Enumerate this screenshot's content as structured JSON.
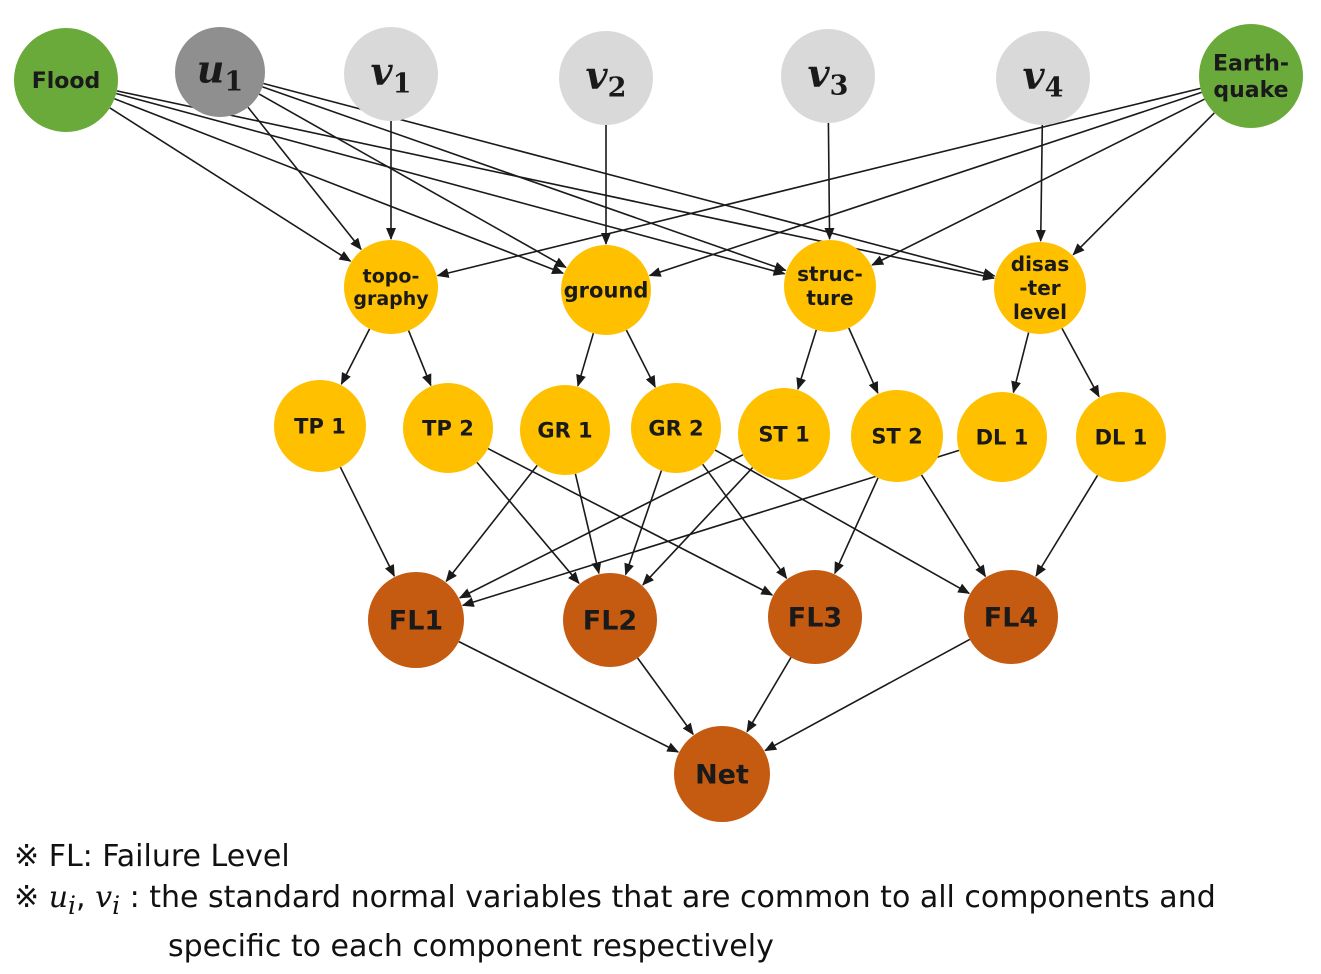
{
  "colors": {
    "green": "#6aaa3a",
    "dark_gray": "#8f8f8f",
    "light_gray": "#d9d9d9",
    "yellow": "#ffc000",
    "brown": "#c55a11",
    "edge": "#1a1a1a"
  },
  "nodes": [
    {
      "id": "flood",
      "lines": [
        "Flood"
      ],
      "color": "green"
    },
    {
      "id": "u1",
      "math": "u",
      "sub": "1",
      "color": "dark_gray"
    },
    {
      "id": "v1",
      "math": "v",
      "sub": "1",
      "color": "light_gray"
    },
    {
      "id": "v2",
      "math": "v",
      "sub": "2",
      "color": "light_gray"
    },
    {
      "id": "v3",
      "math": "v",
      "sub": "3",
      "color": "light_gray"
    },
    {
      "id": "v4",
      "math": "v",
      "sub": "4",
      "color": "light_gray"
    },
    {
      "id": "quake",
      "lines": [
        "Earth-",
        "quake"
      ],
      "color": "green"
    },
    {
      "id": "topo",
      "lines": [
        "topo-",
        "graphy"
      ],
      "color": "yellow"
    },
    {
      "id": "ground",
      "lines": [
        "ground"
      ],
      "color": "yellow"
    },
    {
      "id": "struct",
      "lines": [
        "struc-",
        "ture"
      ],
      "color": "yellow"
    },
    {
      "id": "disaster",
      "lines": [
        "disas",
        "-ter",
        "level"
      ],
      "color": "yellow"
    },
    {
      "id": "tp1",
      "lines": [
        "TP 1"
      ],
      "color": "yellow"
    },
    {
      "id": "tp2",
      "lines": [
        "TP 2"
      ],
      "color": "yellow"
    },
    {
      "id": "gr1",
      "lines": [
        "GR 1"
      ],
      "color": "yellow"
    },
    {
      "id": "gr2",
      "lines": [
        "GR 2"
      ],
      "color": "yellow"
    },
    {
      "id": "st1",
      "lines": [
        "ST 1"
      ],
      "color": "yellow"
    },
    {
      "id": "st2",
      "lines": [
        "ST 2"
      ],
      "color": "yellow"
    },
    {
      "id": "dl1a",
      "lines": [
        "DL 1"
      ],
      "color": "yellow"
    },
    {
      "id": "dl1b",
      "lines": [
        "DL 1"
      ],
      "color": "yellow"
    },
    {
      "id": "fl1",
      "lines": [
        "FL1"
      ],
      "color": "brown"
    },
    {
      "id": "fl2",
      "lines": [
        "FL2"
      ],
      "color": "brown"
    },
    {
      "id": "fl3",
      "lines": [
        "FL3"
      ],
      "color": "brown"
    },
    {
      "id": "fl4",
      "lines": [
        "FL4"
      ],
      "color": "brown"
    },
    {
      "id": "net",
      "lines": [
        "Net"
      ],
      "color": "brown"
    }
  ],
  "edges": [
    [
      "flood",
      "topo"
    ],
    [
      "flood",
      "ground"
    ],
    [
      "flood",
      "struct"
    ],
    [
      "flood",
      "disaster"
    ],
    [
      "u1",
      "topo"
    ],
    [
      "u1",
      "ground"
    ],
    [
      "u1",
      "struct"
    ],
    [
      "u1",
      "disaster"
    ],
    [
      "quake",
      "topo"
    ],
    [
      "quake",
      "ground"
    ],
    [
      "quake",
      "struct"
    ],
    [
      "quake",
      "disaster"
    ],
    [
      "v1",
      "topo"
    ],
    [
      "v2",
      "ground"
    ],
    [
      "v3",
      "struct"
    ],
    [
      "v4",
      "disaster"
    ],
    [
      "topo",
      "tp1"
    ],
    [
      "topo",
      "tp2"
    ],
    [
      "ground",
      "gr1"
    ],
    [
      "ground",
      "gr2"
    ],
    [
      "struct",
      "st1"
    ],
    [
      "struct",
      "st2"
    ],
    [
      "disaster",
      "dl1a"
    ],
    [
      "disaster",
      "dl1b"
    ],
    [
      "tp1",
      "fl1"
    ],
    [
      "tp2",
      "fl2"
    ],
    [
      "tp2",
      "fl3"
    ],
    [
      "gr1",
      "fl1"
    ],
    [
      "gr1",
      "fl2"
    ],
    [
      "gr2",
      "fl2"
    ],
    [
      "gr2",
      "fl3"
    ],
    [
      "gr2",
      "fl4"
    ],
    [
      "st1",
      "fl1"
    ],
    [
      "st1",
      "fl2"
    ],
    [
      "st2",
      "fl3"
    ],
    [
      "st2",
      "fl4"
    ],
    [
      "dl1a",
      "fl1"
    ],
    [
      "dl1b",
      "fl4"
    ],
    [
      "fl1",
      "net"
    ],
    [
      "fl2",
      "net"
    ],
    [
      "fl3",
      "net"
    ],
    [
      "fl4",
      "net"
    ]
  ],
  "notes": {
    "symbol": "※",
    "fl_text": "FL: Failure Level",
    "u_var": "u",
    "v_var": "v",
    "sub_i": "i",
    "comma": ",",
    "desc_line1": ": the standard normal variables that are common to all components and",
    "desc_line2": "specific to each component respectively"
  }
}
